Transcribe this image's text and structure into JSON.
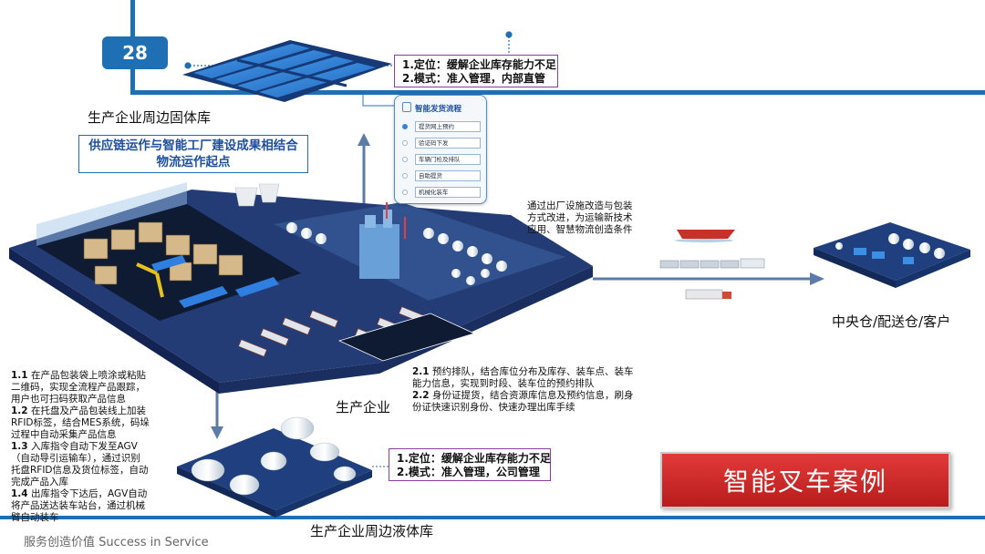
{
  "page_number": "28",
  "labels": {
    "solid_warehouse": "生产企业周边固体库",
    "liquid_warehouse": "生产企业周边液体库",
    "enterprise": "生产企业",
    "destination": "中央仓/配送仓/客户"
  },
  "title_box": {
    "line1": "供应链运作与智能工厂建设成果相结合",
    "line2": "物流运作起点"
  },
  "top_note": {
    "line1": "1.定位：缓解企业库存能力不足",
    "line2": "2.模式：准入管理，内部直管"
  },
  "bottom_note": {
    "line1": "1.定位：缓解企业库存能力不足",
    "line2": "2.模式：准入管理，公司管理"
  },
  "flow_panel": {
    "title": "智能发货流程",
    "steps": [
      "提货网上预约",
      "验证码下发",
      "车辆门检及排队",
      "自助提货",
      "机械化装车"
    ]
  },
  "transport_note": {
    "line1": "通过出厂设施改造与包装",
    "line2": "方式改进，为运输新技术",
    "line3": "应用、智慧物流创造条件"
  },
  "left_text": [
    {
      "num": "1.1",
      "text": " 在产品包装袋上喷涂或粘贴"
    },
    {
      "num": "",
      "text": "二维码，实现全流程产品跟踪，"
    },
    {
      "num": "",
      "text": "用户也可扫码获取产品信息"
    },
    {
      "num": "1.2",
      "text": " 在托盘及产品包装线上加装"
    },
    {
      "num": "",
      "text": "RFID标签，结合MES系统，码垛"
    },
    {
      "num": "",
      "text": "过程中自动采集产品信息"
    },
    {
      "num": "1.3",
      "text": " 入库指令自动下发至AGV"
    },
    {
      "num": "",
      "text": "（自动导引运输车），通过识别"
    },
    {
      "num": "",
      "text": "托盘RFID信息及货位标签，自动"
    },
    {
      "num": "",
      "text": "完成产品入库"
    },
    {
      "num": "1.4",
      "text": " 出库指令下达后，AGV自动"
    },
    {
      "num": "",
      "text": "将产品送达装车站台，通过机械"
    },
    {
      "num": "",
      "text": "臂自动装车"
    }
  ],
  "center_text": [
    {
      "num": "2.1",
      "text": " 预约排队，结合库位分布及库存、装车点、装车"
    },
    {
      "num": "",
      "text": "能力信息，实现到时段、装车位的预约排队"
    },
    {
      "num": "2.2",
      "text": " 身份证提货，结合资源库信息及预约信息，刷身"
    },
    {
      "num": "",
      "text": "份证快速识别身份、快速办理出库手续"
    }
  ],
  "case_button": "智能叉车案例",
  "footer": "服务创造价值  Success in Service",
  "colors": {
    "accent": "#1f6fb5",
    "note_border": "#8a3fa0",
    "button": "#c62828"
  }
}
